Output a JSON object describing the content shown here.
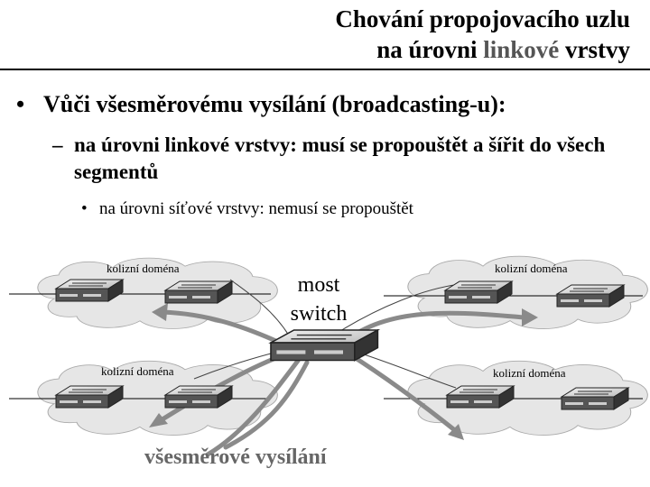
{
  "title": {
    "line1": "Chování propojovacího uzlu",
    "line2_prefix": "na úrovni ",
    "line2_highlight": "linkové",
    "line2_suffix": " vrstvy"
  },
  "bullets": {
    "level1": "Vůči všesměrovému vysílání (broadcasting-u):",
    "level2": "na úrovni linkové vrstvy: musí se propouštět a šířit do všech segmentů",
    "level3": "na úrovni síťové vrstvy: nemusí se propouštět"
  },
  "diagram": {
    "domain_label": "kolizní doména",
    "center_line1": "most",
    "center_line2": "switch",
    "broadcast_label": "všesměrové vysílání"
  },
  "colors": {
    "title_highlight": "#555555",
    "cloud": "#e6e6e6",
    "switch_top": "#eeeeee",
    "switch_front": "#555555",
    "arrow": "#8a8a8a"
  },
  "icons": [
    "cloud-icon",
    "switch-icon",
    "arrow-icon"
  ]
}
